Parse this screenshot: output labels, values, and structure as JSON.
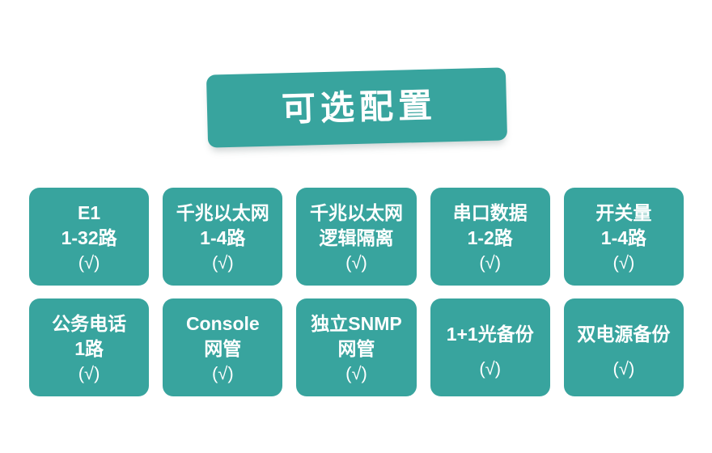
{
  "page": {
    "background_color": "#ffffff",
    "accent_color": "#38a49e",
    "text_color": "#ffffff"
  },
  "banner": {
    "title": "可选配置"
  },
  "grid": {
    "rows": [
      {
        "cards": [
          {
            "lines": [
              "E1",
              "1-32路"
            ],
            "check": "(√)"
          },
          {
            "lines": [
              "千兆以太网",
              "1-4路"
            ],
            "check": "(√)"
          },
          {
            "lines": [
              "千兆以太网",
              "逻辑隔离"
            ],
            "check": "(√)"
          },
          {
            "lines": [
              "串口数据",
              "1-2路"
            ],
            "check": "(√)"
          },
          {
            "lines": [
              "开关量",
              "1-4路"
            ],
            "check": "(√)"
          }
        ]
      },
      {
        "cards": [
          {
            "lines": [
              "公务电话",
              "1路"
            ],
            "check": "(√)"
          },
          {
            "lines": [
              "Console",
              "网管"
            ],
            "check": "(√)"
          },
          {
            "lines": [
              "独立SNMP",
              "网管"
            ],
            "check": "(√)"
          },
          {
            "lines": [
              "1+1光备份"
            ],
            "check": "(√)"
          },
          {
            "lines": [
              "双电源备份"
            ],
            "check": "(√)"
          }
        ]
      }
    ]
  }
}
